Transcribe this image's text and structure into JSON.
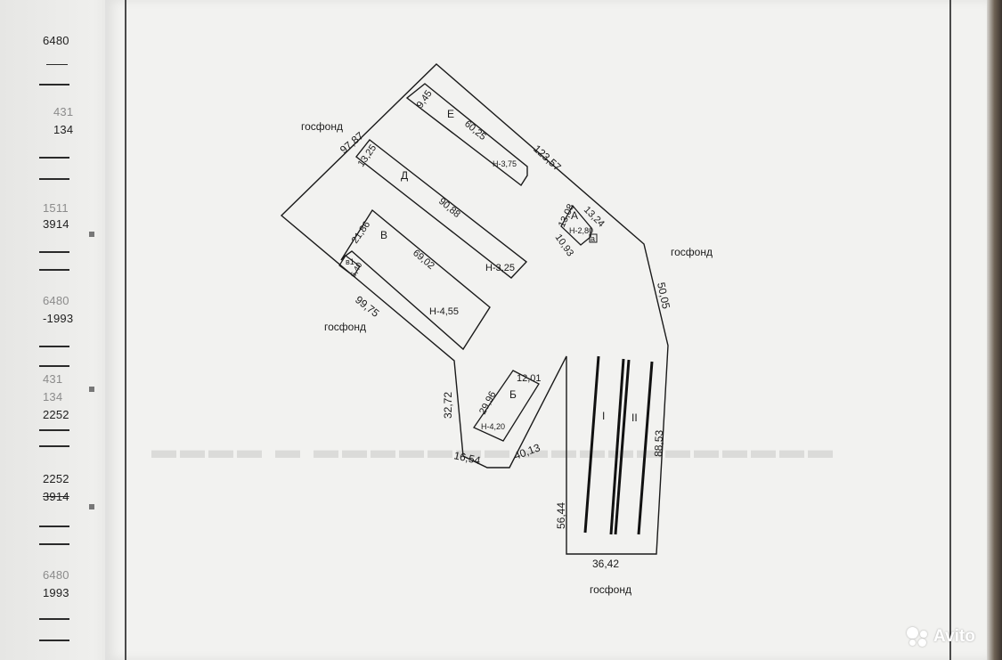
{
  "left_margin": {
    "numbers": [
      {
        "text": "6480",
        "faint": false
      },
      {
        "text": "431",
        "faint": true
      },
      {
        "text": "134",
        "faint": false
      },
      {
        "text": "1511",
        "faint": true
      },
      {
        "text": "3914",
        "faint": false
      },
      {
        "text": "6480",
        "faint": true
      },
      {
        "text": "-1993",
        "faint": false
      },
      {
        "text": "431",
        "faint": true
      },
      {
        "text": "134",
        "faint": true
      },
      {
        "text": "2252",
        "faint": false
      },
      {
        "text": "2252",
        "faint": false
      },
      {
        "text": "3914",
        "faint": false
      },
      {
        "text": "6480",
        "faint": true
      },
      {
        "text": "1993",
        "faint": false
      }
    ]
  },
  "plan": {
    "surroundings": {
      "top_left": "госфонд",
      "right": "госфонд",
      "left": "госфонд",
      "bottom": "госфонд"
    },
    "boundary_lengths": {
      "top_left": "97,87",
      "top_right": "123,57",
      "right_upper": "50,05",
      "right_lower": "88,53",
      "bottom": "36,42",
      "left_lower": "56,44",
      "diag_bottom": "40,13",
      "short_bottom": "16,54",
      "left_mid": "32,72",
      "left_upper": "99,75"
    },
    "buildings": {
      "E": {
        "letter": "Е",
        "width": "9,45",
        "length": "60,25",
        "height": "Н-3,75"
      },
      "D": {
        "letter": "Д",
        "width": "13,25",
        "length": "90,88",
        "height": "Н-3,25"
      },
      "V": {
        "letter": "В",
        "width": "21,86",
        "length": "69,02",
        "height": "Н-4,55"
      },
      "V1": {
        "letter": "в1",
        "width": "6,40"
      },
      "A": {
        "letter": "А",
        "side1": "13,08",
        "side2": "13,24",
        "side3": "10,93",
        "height": "Н-2,80",
        "porch": "а"
      },
      "B": {
        "letter": "Б",
        "length": "29,96",
        "width": "12,01",
        "height": "Н-4,20"
      }
    },
    "tracks": {
      "one": "I",
      "two": "II"
    }
  },
  "watermark": {
    "text": "Avito"
  }
}
